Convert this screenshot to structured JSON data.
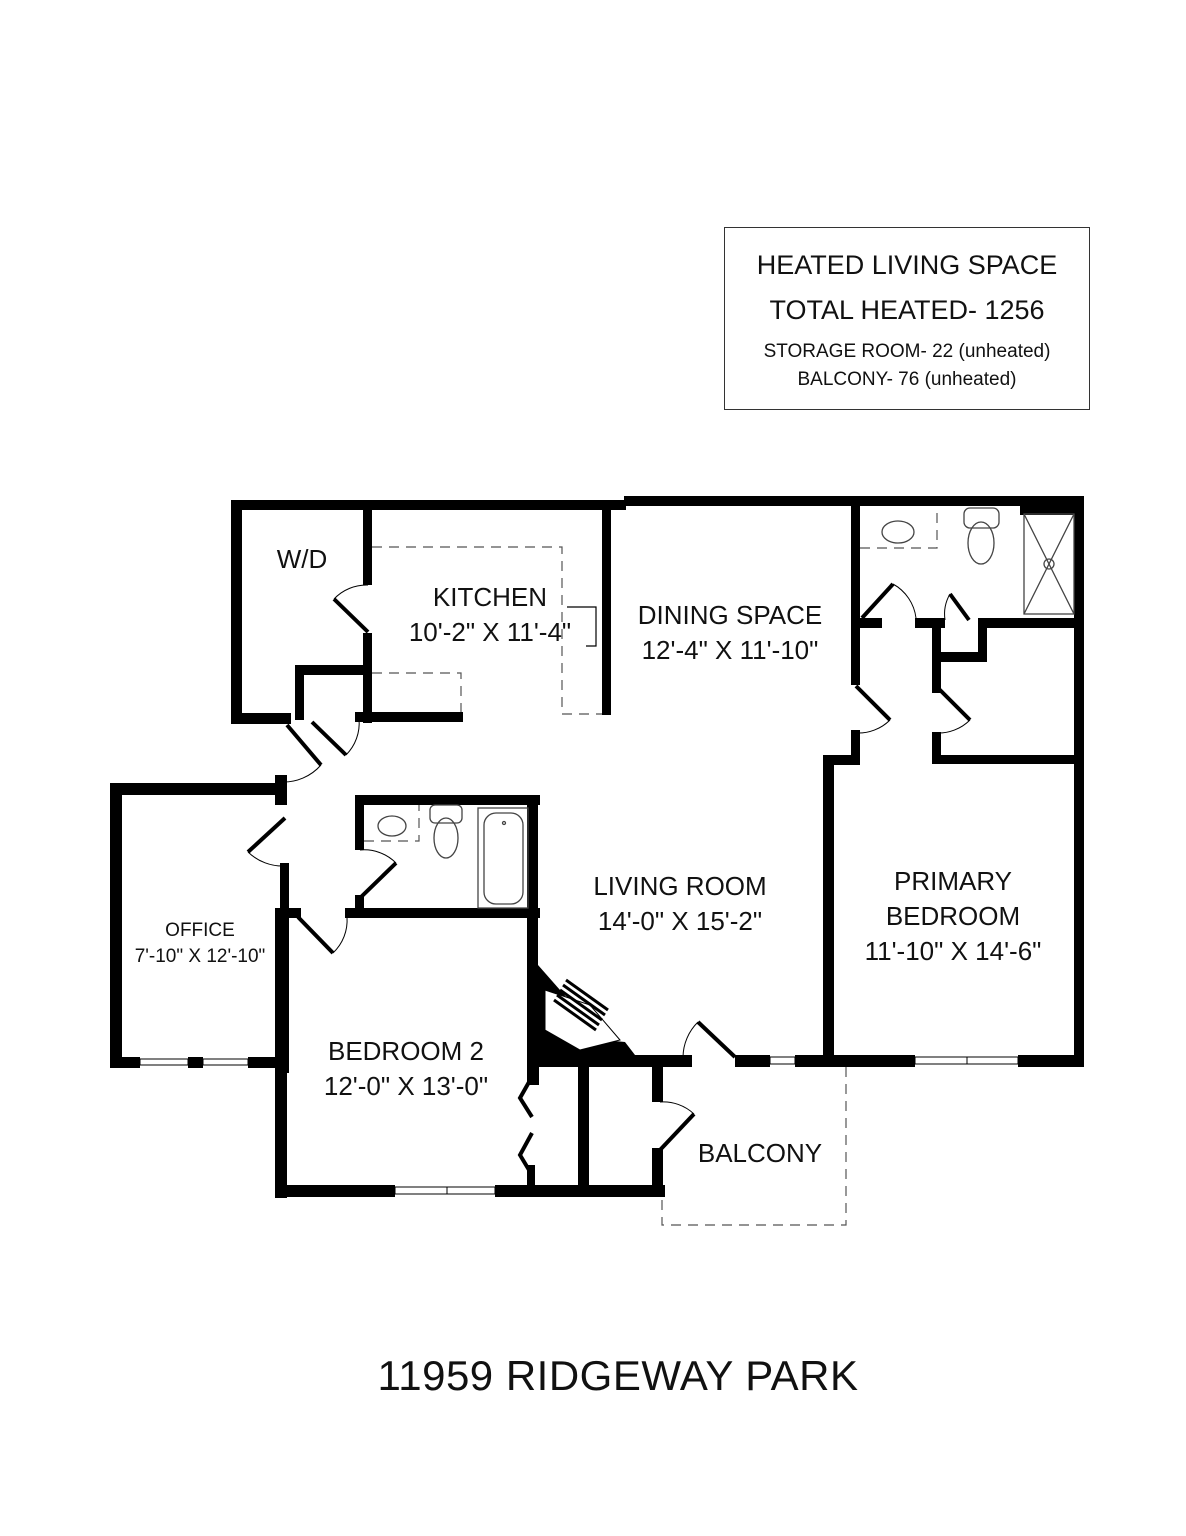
{
  "legend": {
    "title": "HEATED LIVING SPACE",
    "total": "TOTAL HEATED- 1256",
    "storage": "STORAGE ROOM- 22 (unheated)",
    "balcony": "BALCONY- 76 (unheated)"
  },
  "rooms": {
    "wd": {
      "name": "W/D"
    },
    "kitchen": {
      "name": "KITCHEN",
      "dims": "10'-2\" X 11'-4\""
    },
    "dining": {
      "name": "DINING SPACE",
      "dims": "12'-4\" X 11'-10\""
    },
    "living": {
      "name": "LIVING ROOM",
      "dims": "14'-0\" X 15'-2\""
    },
    "primary": {
      "name1": "PRIMARY",
      "name2": "BEDROOM",
      "dims": "11'-10\" X 14'-6\""
    },
    "office": {
      "name": "OFFICE",
      "dims": "7'-10\" X 12'-10\""
    },
    "bedroom2": {
      "name": "BEDROOM 2",
      "dims": "12'-0\" X 13'-0\""
    },
    "balcony": {
      "name": "BALCONY"
    }
  },
  "footer": {
    "address": "11959 RIDGEWAY PARK"
  },
  "colors": {
    "wall": "#000000",
    "fixture": "#555555",
    "background": "#ffffff"
  }
}
